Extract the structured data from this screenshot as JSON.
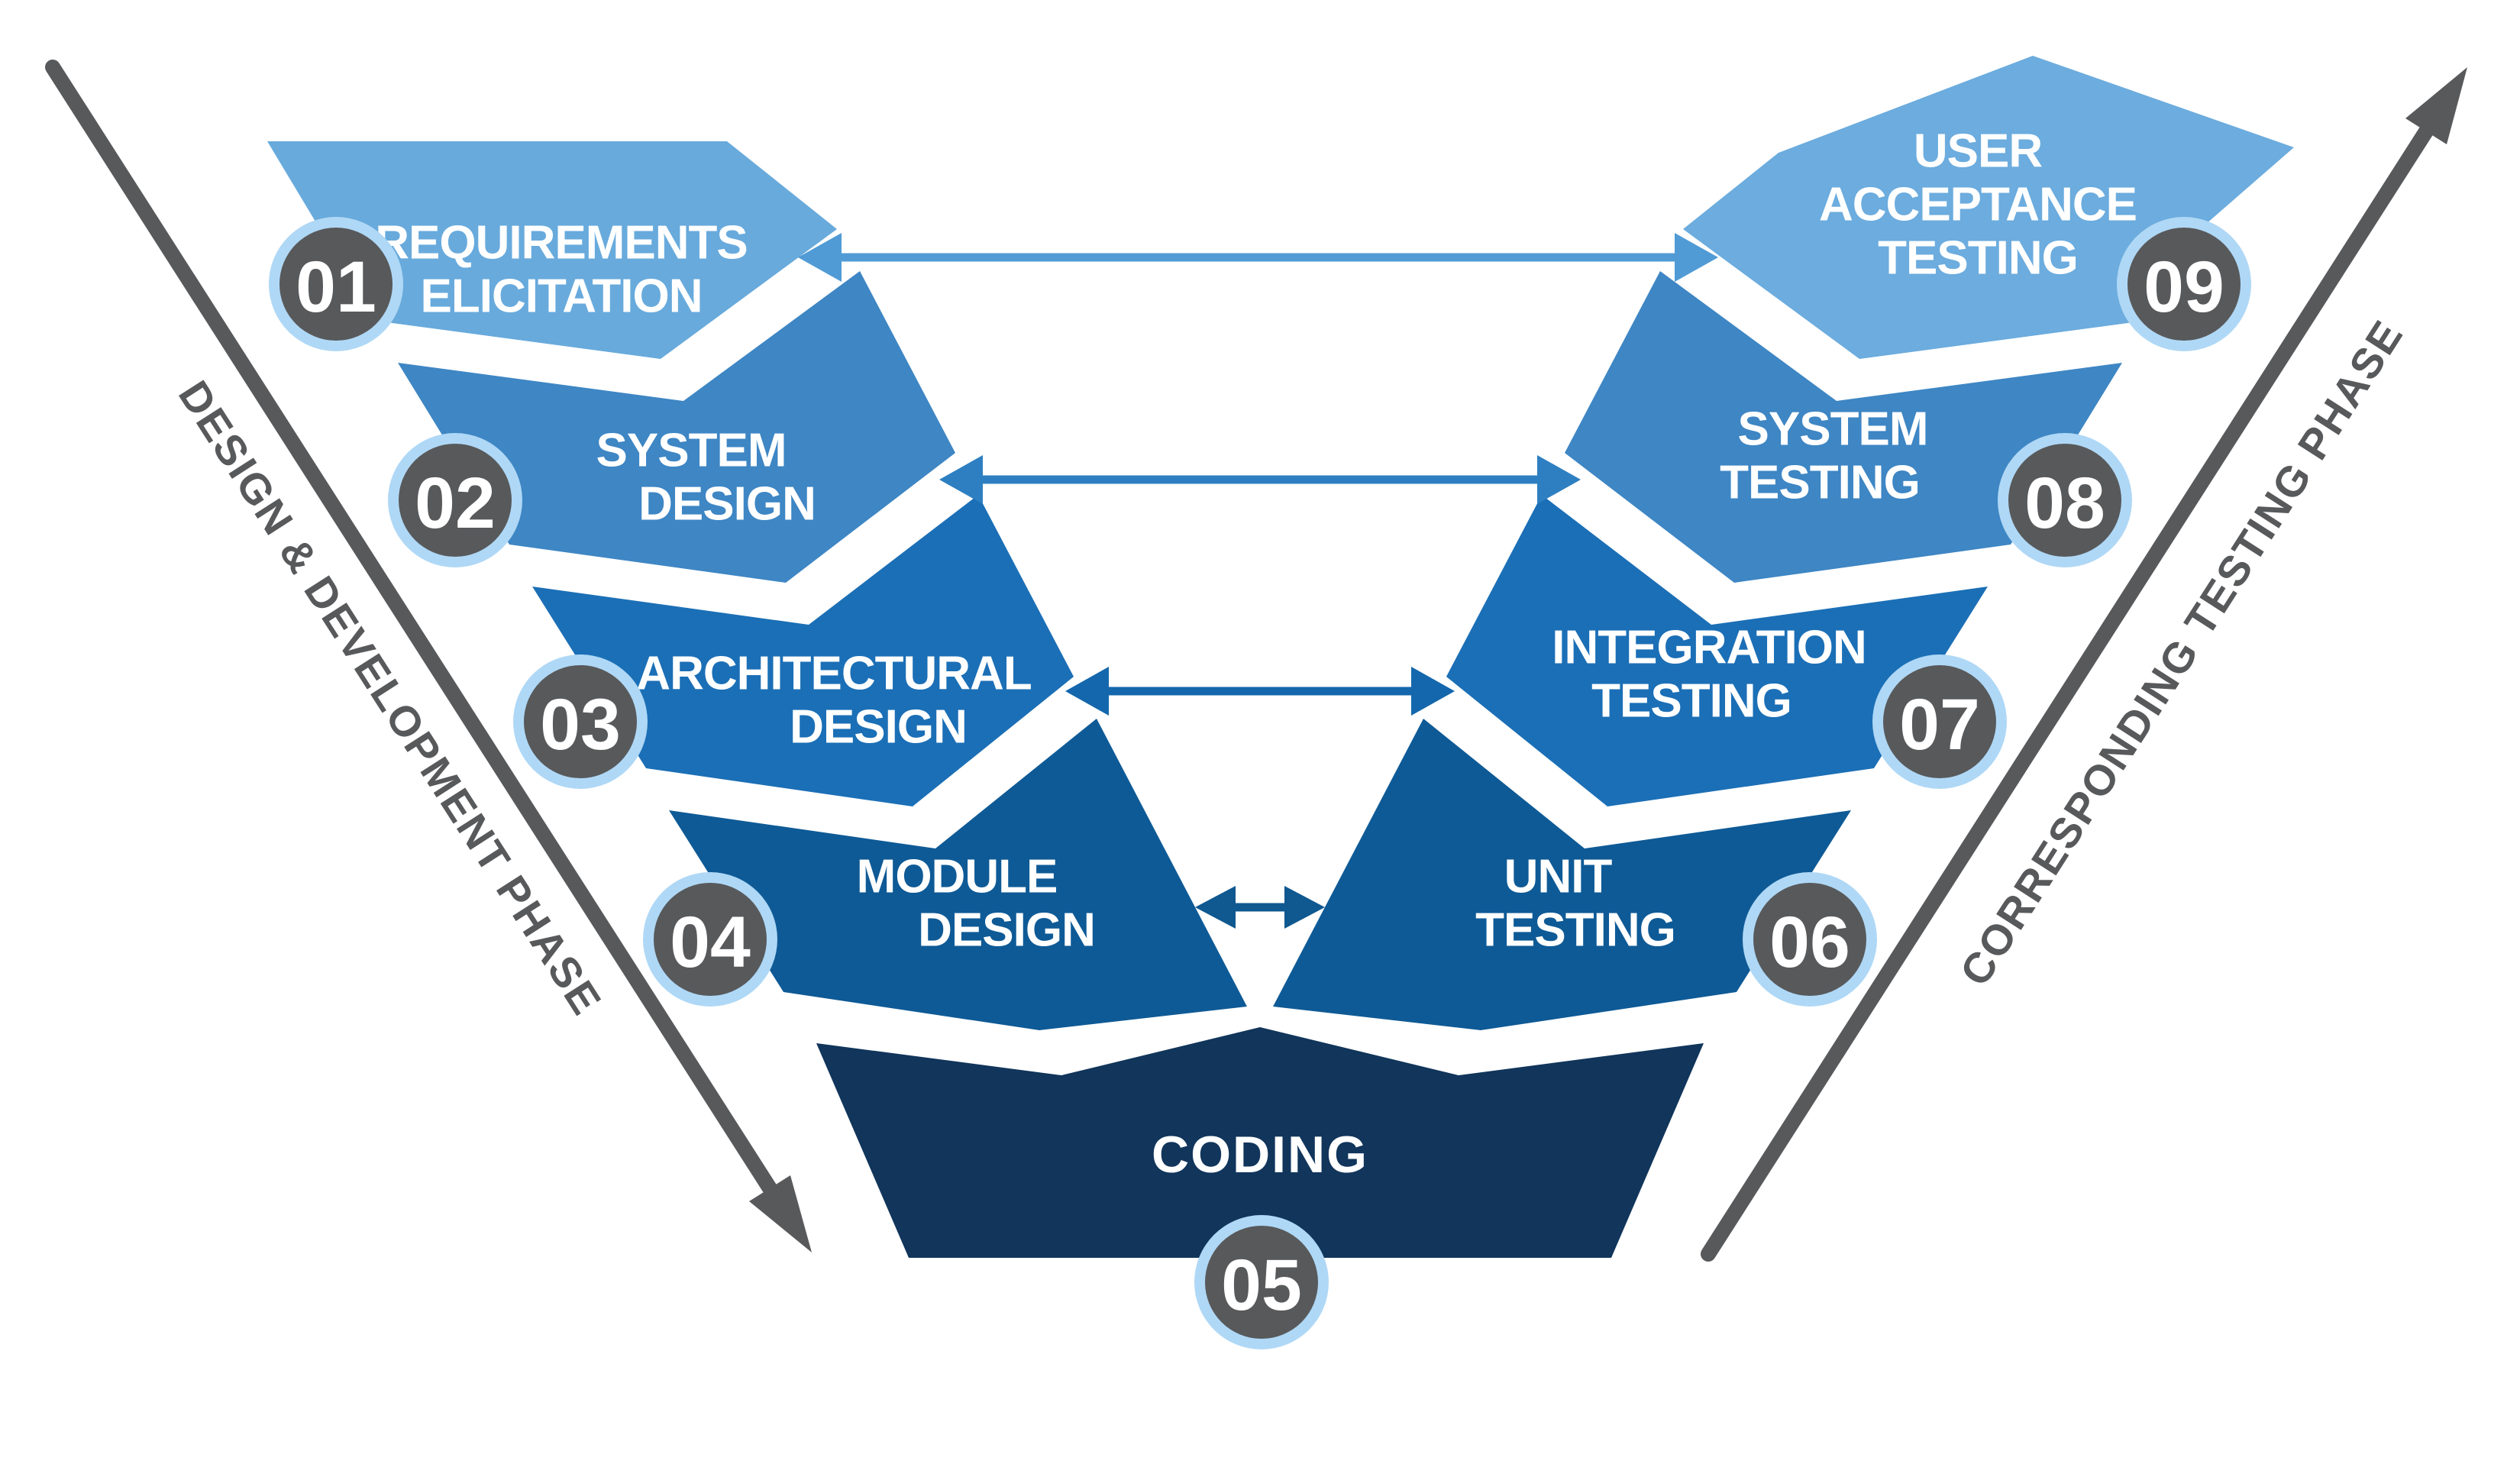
{
  "diagram": {
    "title_semantic": "V-Model Software Development Lifecycle",
    "background": "#FFFFFF",
    "axis": {
      "left_label": "DESIGN & DEVELOPMENT PHASE",
      "right_label": "CORRESPONDING TESTING PHASE",
      "color": "#58595B"
    },
    "badge": {
      "fill": "#58595B",
      "ring": "#AFD8F6",
      "text_color": "#FFFFFF"
    },
    "phases": [
      {
        "number": "01",
        "lines": [
          "REQUIREMENTS",
          "ELICITATION"
        ],
        "color": "#68AADC"
      },
      {
        "number": "02",
        "lines": [
          "SYSTEM",
          "DESIGN"
        ],
        "color": "#3E86C4"
      },
      {
        "number": "03",
        "lines": [
          "ARCHITECTURAL",
          "DESIGN"
        ],
        "color": "#1B6FB6"
      },
      {
        "number": "04",
        "lines": [
          "MODULE",
          "DESIGN"
        ],
        "color": "#0E5A96"
      },
      {
        "number": "05",
        "lines": [
          "CODING"
        ],
        "color": "#11355B"
      },
      {
        "number": "06",
        "lines": [
          "UNIT",
          "TESTING"
        ],
        "color": "#0E5A96"
      },
      {
        "number": "07",
        "lines": [
          "INTEGRATION",
          "TESTING"
        ],
        "color": "#1B6FB6"
      },
      {
        "number": "08",
        "lines": [
          "SYSTEM",
          "TESTING"
        ],
        "color": "#3E86C4"
      },
      {
        "number": "09",
        "lines": [
          "USER",
          "ACCEPTANCE",
          "TESTING"
        ],
        "color": "#6CACDE"
      }
    ],
    "link_arrows": [
      {
        "between": "requirements-elicitation / user-acceptance-testing",
        "color": "#509BD5"
      },
      {
        "between": "system-design / system-testing",
        "color": "#2E7FC1"
      },
      {
        "between": "architectural-design / integration-testing",
        "color": "#1467AC"
      },
      {
        "between": "module-design / unit-testing",
        "color": "#0F5890"
      }
    ]
  }
}
